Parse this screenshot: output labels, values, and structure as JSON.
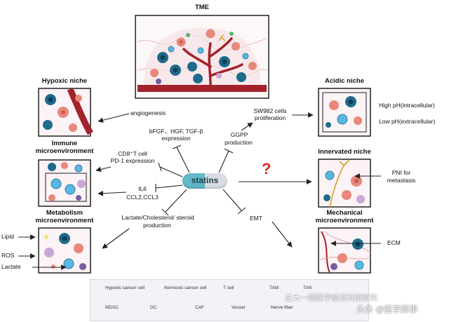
{
  "tme": {
    "title": "TME"
  },
  "niches": {
    "hypoxic": "Hypoxic niche",
    "immune_1": "Immune",
    "immune_2": "microenvironment",
    "metabolism_1": "Metabolism",
    "metabolism_2": "microenvironment",
    "acidic": "Acidic niche",
    "innervated": "Innervated niche",
    "mechanical_1": "Mechanical",
    "mechanical_2": "microenvironment"
  },
  "center": {
    "label": "statins",
    "question": "?"
  },
  "effects": {
    "angiogenesis": "angiogenesis",
    "bfgf_1": "bFGF、HGF, TGF-β",
    "bfgf_2": "expression",
    "sw982_1": "SW982 cells",
    "sw982_2": "proliferation",
    "ggpp_1": "GGPP",
    "ggpp_2": "production",
    "cd8_1": "CD8⁺T cell",
    "cd8_2": "PD-1 expression",
    "il6_1": "IL6",
    "il6_2": "CCL2,CCL3",
    "lactate_1": "Lactate/Cholesterol/ steroid",
    "lactate_2": "production",
    "emt": "EMT"
  },
  "side_labels": {
    "high_ph": "High pH(intracellular)",
    "low_ph": "Low pH(extracellular)",
    "pni_1": "PNI for",
    "pni_2": "metastasis",
    "ecm": "ECM",
    "lipid": "Lipid",
    "ros": "ROS",
    "lactate": "Lactate"
  },
  "legend": [
    {
      "label": "Hypoxic cancer cell",
      "icon": "hypoxic-cancer-cell-icon"
    },
    {
      "label": "Normoxic cancer cell",
      "icon": "normoxic-cancer-cell-icon"
    },
    {
      "label": "T cell",
      "icon": "t-cell-icon"
    },
    {
      "label": "TAM",
      "icon": "tam-icon"
    },
    {
      "label": "TAN",
      "icon": "tan-icon"
    },
    {
      "label": "MDSC",
      "icon": "mdsc-icon"
    },
    {
      "label": "DC",
      "icon": "dc-icon"
    },
    {
      "label": "CAF",
      "icon": "caf-icon"
    },
    {
      "label": "Vessel",
      "icon": "vessel-icon"
    },
    {
      "label": "Nerve fiber",
      "icon": "nerve-fiber-icon"
    }
  ],
  "watermark": {
    "line1": "兰大一院医学前沿科研研究",
    "line2": "头条 @医学顾事"
  },
  "colors": {
    "hypoxic": "#1e6b8c",
    "normoxic": "#e8877a",
    "tcell": "#5ab7e0",
    "vessel": "#a3222b",
    "tam": "#7a5aa0",
    "arrow": "#222222"
  }
}
